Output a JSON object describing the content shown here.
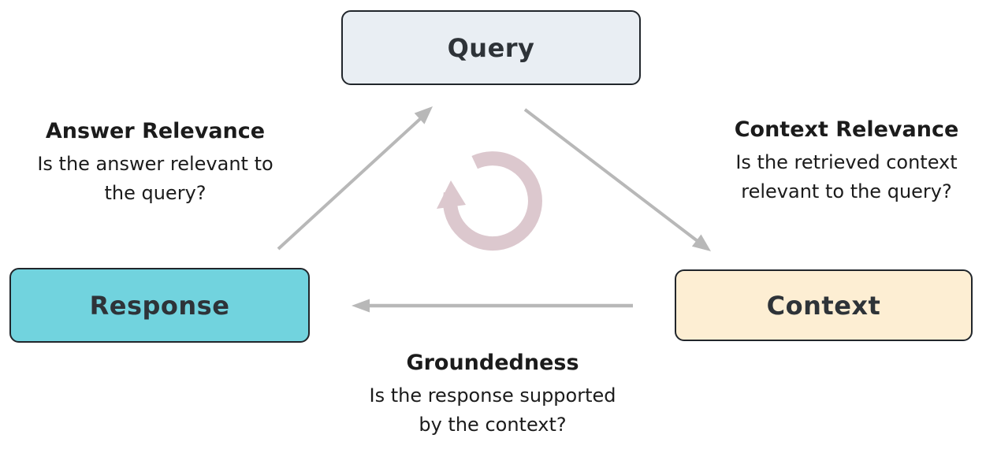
{
  "nodes": {
    "query": {
      "label": "Query"
    },
    "response": {
      "label": "Response"
    },
    "context": {
      "label": "Context"
    }
  },
  "metrics": {
    "answer_relevance": {
      "title": "Answer Relevance",
      "question_line1": "Is the answer relevant to",
      "question_line2": "the query?"
    },
    "context_relevance": {
      "title": "Context Relevance",
      "question_line1": "Is the retrieved context",
      "question_line2": "relevant to the query?"
    },
    "groundedness": {
      "title": "Groundedness",
      "question_line1": "Is the response supported",
      "question_line2": "by the context?"
    }
  },
  "icons": {
    "refresh_cycle": "refresh-cycle-icon"
  },
  "colors": {
    "background": "#ffffff",
    "arrow": "#b8b8b8",
    "refresh_icon": "#dcc8ce",
    "node_border": "#21262b",
    "text": "#1b1b1b",
    "node_text": "#2e3338",
    "query_fill": "#e9eef3",
    "response_fill": "#71d3de",
    "context_fill": "#fdeed3"
  }
}
